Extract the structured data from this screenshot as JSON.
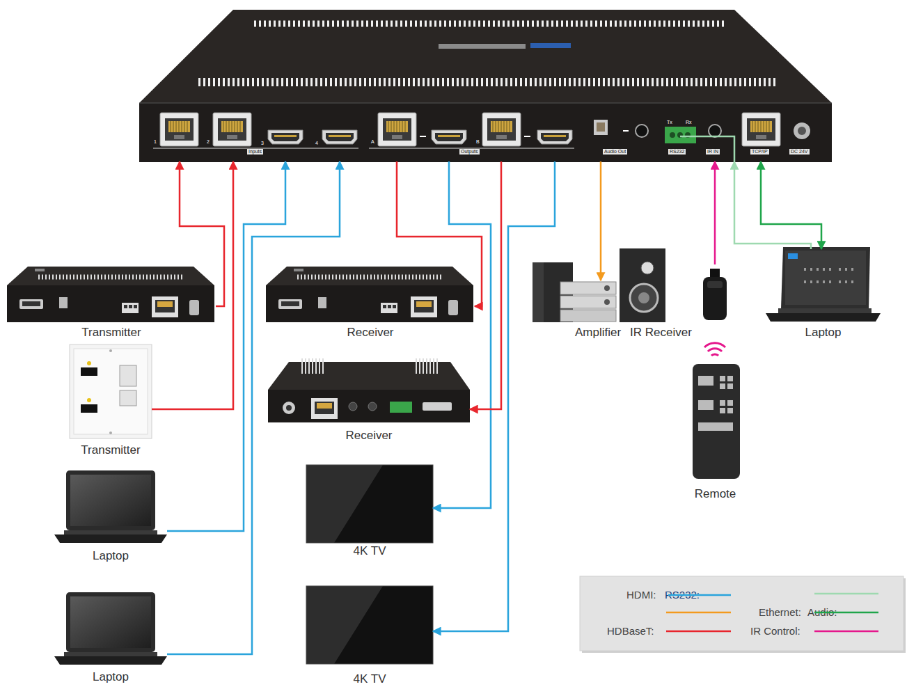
{
  "diagram": {
    "nodes": [
      {
        "text": [
          "1",
          "2",
          "3",
          "4",
          "Inputs",
          "A",
          "B",
          "Outputs",
          "Audio Out",
          "Tx",
          "Rx",
          "RS232",
          "IR IN",
          "TCP/IP",
          "DC 24V"
        ]
      },
      {
        "text": [
          "Transmitter"
        ]
      },
      {
        "text": [
          "Receiver"
        ]
      },
      {
        "text": [
          "Amplifier"
        ]
      },
      {
        "text": [
          "IR Receiver"
        ]
      },
      {
        "text": [
          "Laptop"
        ]
      },
      {
        "text": [
          "Receiver"
        ]
      },
      {
        "text": [
          "Transmitter"
        ]
      },
      {
        "text": [
          "Remote"
        ]
      },
      {
        "text": [
          "4K TV"
        ]
      },
      {
        "text": [
          "Laptop"
        ]
      },
      {
        "text": [
          "Laptop"
        ]
      },
      {
        "text": [
          "4K TV"
        ]
      }
    ],
    "edges": [
      {
        "from": 1,
        "to": 0,
        "arrow": "to"
      },
      {
        "from": 7,
        "to": 0,
        "arrow": "to"
      },
      {
        "from": 10,
        "to": 0,
        "arrow": "to"
      },
      {
        "from": 11,
        "to": 0,
        "arrow": "to"
      },
      {
        "from": 0,
        "to": 2,
        "arrow": "to"
      },
      {
        "from": 0,
        "to": 9,
        "arrow": "to"
      },
      {
        "from": 0,
        "to": 6,
        "arrow": "to"
      },
      {
        "from": 0,
        "to": 12,
        "arrow": "to"
      },
      {
        "from": 0,
        "to": 3,
        "arrow": "to"
      },
      {
        "from": 4,
        "to": 0,
        "arrow": "to"
      },
      {
        "from": 5,
        "to": 0,
        "arrow": "to"
      },
      {
        "from": 0,
        "to": 5,
        "arrow": "both"
      }
    ],
    "legend": [
      {
        "text": "HDMI:"
      },
      {
        "text": "RS232:"
      },
      {
        "text": "Ethernet:"
      },
      {
        "text": "Audio:"
      },
      {
        "text": "HDBaseT:"
      },
      {
        "text": "IR Control:"
      }
    ]
  }
}
